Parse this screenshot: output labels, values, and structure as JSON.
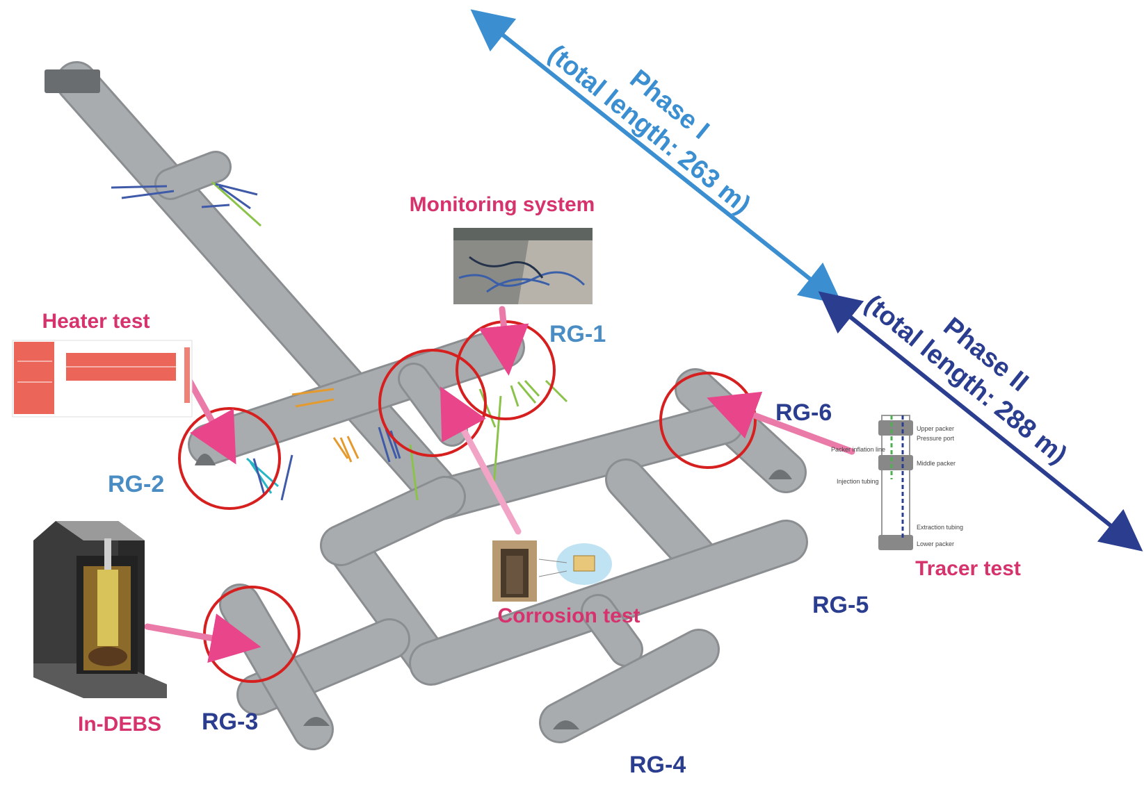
{
  "phases": {
    "phase1": {
      "name": "Phase I",
      "length": "(total length: 263 m)",
      "color": "#3b8fd0"
    },
    "phase2": {
      "name": "Phase II",
      "length": "(total length: 288 m)",
      "color": "#2b3d8f"
    }
  },
  "experiments": {
    "monitoring": "Monitoring system",
    "heater": "Heater test",
    "corrosion": "Corrosion test",
    "tracer": "Tracer test",
    "indebs": "In-DEBS"
  },
  "research_galleries": {
    "rg1": "RG-1",
    "rg2": "RG-2",
    "rg3": "RG-3",
    "rg4": "RG-4",
    "rg5": "RG-5",
    "rg6": "RG-6"
  },
  "tracer_legend": {
    "upper_packer": "Upper packer",
    "middle_packer": "Middle packer",
    "lower_packer": "Lower packer",
    "injection_tubing": "Injection tubing",
    "extraction_tubing": "Extraction tubing",
    "inflation_line": "Packer inflation line",
    "pressure_port": "Pressure port"
  },
  "colors": {
    "tunnel": "#a9acaf",
    "tunnel_edge": "#8b8e91",
    "highlight_circle": "#d62020",
    "pointer_arrow": "#e8458a",
    "test_label": "#d6336c",
    "rg_light": "#4a8cc4",
    "rg_dark": "#2b3d8f"
  }
}
